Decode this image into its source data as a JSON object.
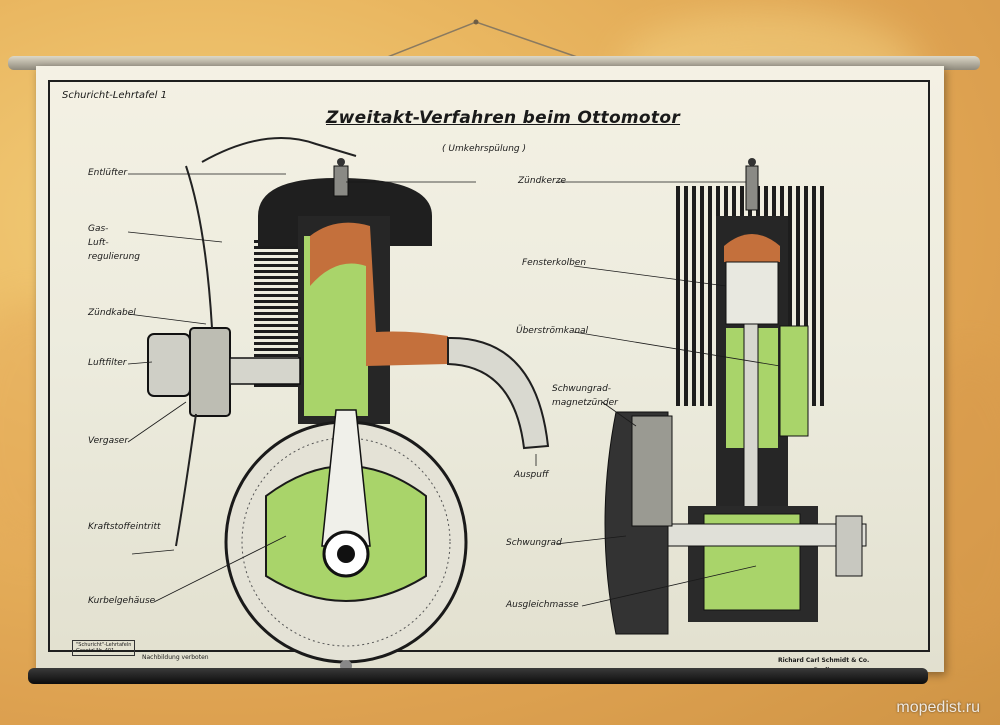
{
  "poster": {
    "series": "Schuricht-Lehrtafel 1",
    "title": "Zweitakt-Verfahren beim Ottomotor",
    "subtitle": "( Umkehrspülung )",
    "footer_left": "\"Schuricht\"-Lehrtafeln\nGesetzl.Nr. 401",
    "footer_mid": "Nachbildung verboten",
    "footer_right": "Richard Carl Schmidt & Co.\nBerlin"
  },
  "labels": {
    "entluefter": "Entlüfter",
    "gas_luft": "Gas-\nLuft-\nregulierung",
    "zuendkabel": "Zündkabel",
    "luftfilter": "Luftfilter",
    "vergaser": "Vergaser",
    "kraftstoff": "Kraftstoffeintritt",
    "kurbelgehaeuse": "Kurbelgehäuse",
    "auspuff": "Auspuff",
    "zuendkerze": "Zündkerze",
    "fensterkolben": "Fensterkolben",
    "ueberstroemkanal": "Überströmkanal",
    "schwungradmagnet": "Schwungrad-\nmagnetzünder",
    "schwungrad": "Schwungrad",
    "ausgleichmasse": "Ausgleichmasse"
  },
  "watermark": "mopedist.ru",
  "colors": {
    "paper": "#efede0",
    "ink": "#1a1a1a",
    "combustion": "#c4703c",
    "fresh_charge": "#a9d46a"
  }
}
